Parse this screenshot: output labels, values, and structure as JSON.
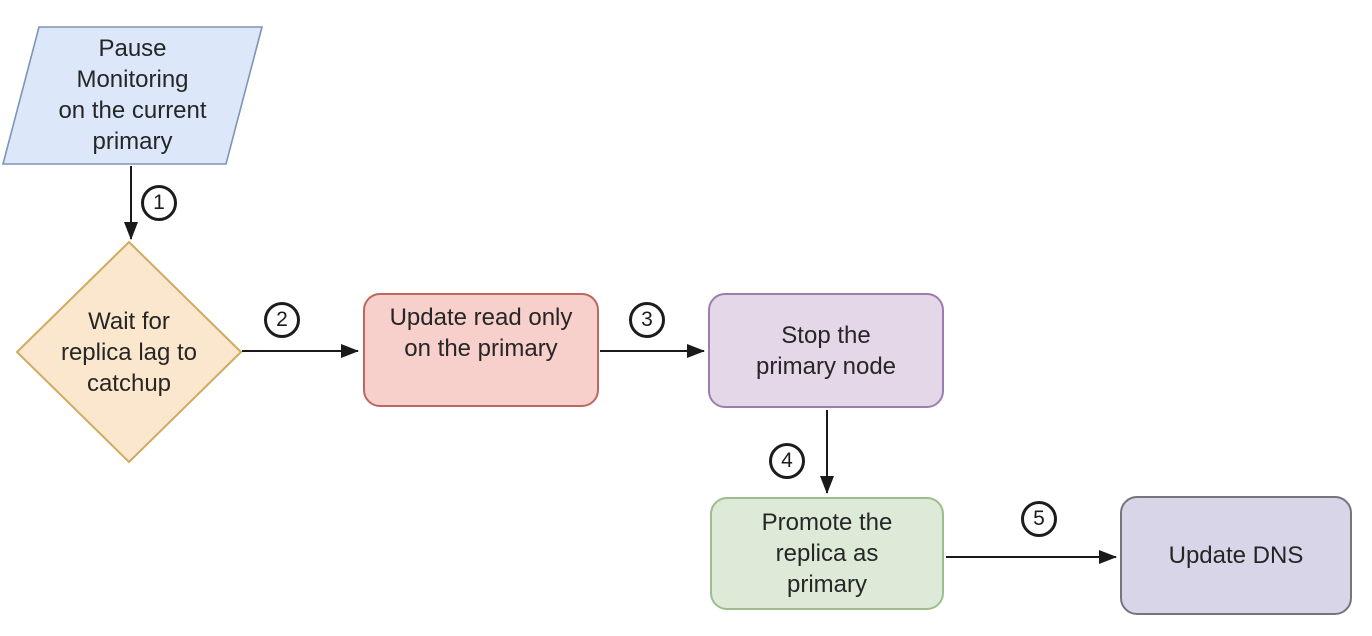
{
  "canvas": {
    "background": "#ffffff",
    "text_color": "#262626",
    "arrow_color": "#1a1a1a"
  },
  "diagram": {
    "nodes": {
      "pause_monitoring": {
        "label": "Pause\nMonitoring\non the current\nprimary",
        "shape": "parallelogram",
        "fill": "#dce8f9",
        "stroke": "#7e95b5"
      },
      "wait_replica_lag": {
        "label": "Wait for\nreplica lag to\ncatchup",
        "shape": "diamond",
        "fill": "#fbe7cd",
        "stroke": "#d2a960"
      },
      "update_read_only": {
        "label": "Update read only\non the primary",
        "shape": "rounded-rect",
        "fill": "#f7cfcb",
        "stroke": "#bc6762"
      },
      "stop_primary": {
        "label": "Stop the\nprimary node",
        "shape": "rounded-rect",
        "fill": "#e4d8e8",
        "stroke": "#9a7fae"
      },
      "promote_replica": {
        "label": "Promote the\nreplica as\nprimary",
        "shape": "rounded-rect",
        "fill": "#dcead7",
        "stroke": "#9dbd8f"
      },
      "update_dns": {
        "label": "Update DNS",
        "shape": "rounded-rect",
        "fill": "#d7d5e7",
        "stroke": "#76757e"
      }
    },
    "steps": [
      {
        "label": "1"
      },
      {
        "label": "2"
      },
      {
        "label": "3"
      },
      {
        "label": "4"
      },
      {
        "label": "5"
      }
    ]
  }
}
